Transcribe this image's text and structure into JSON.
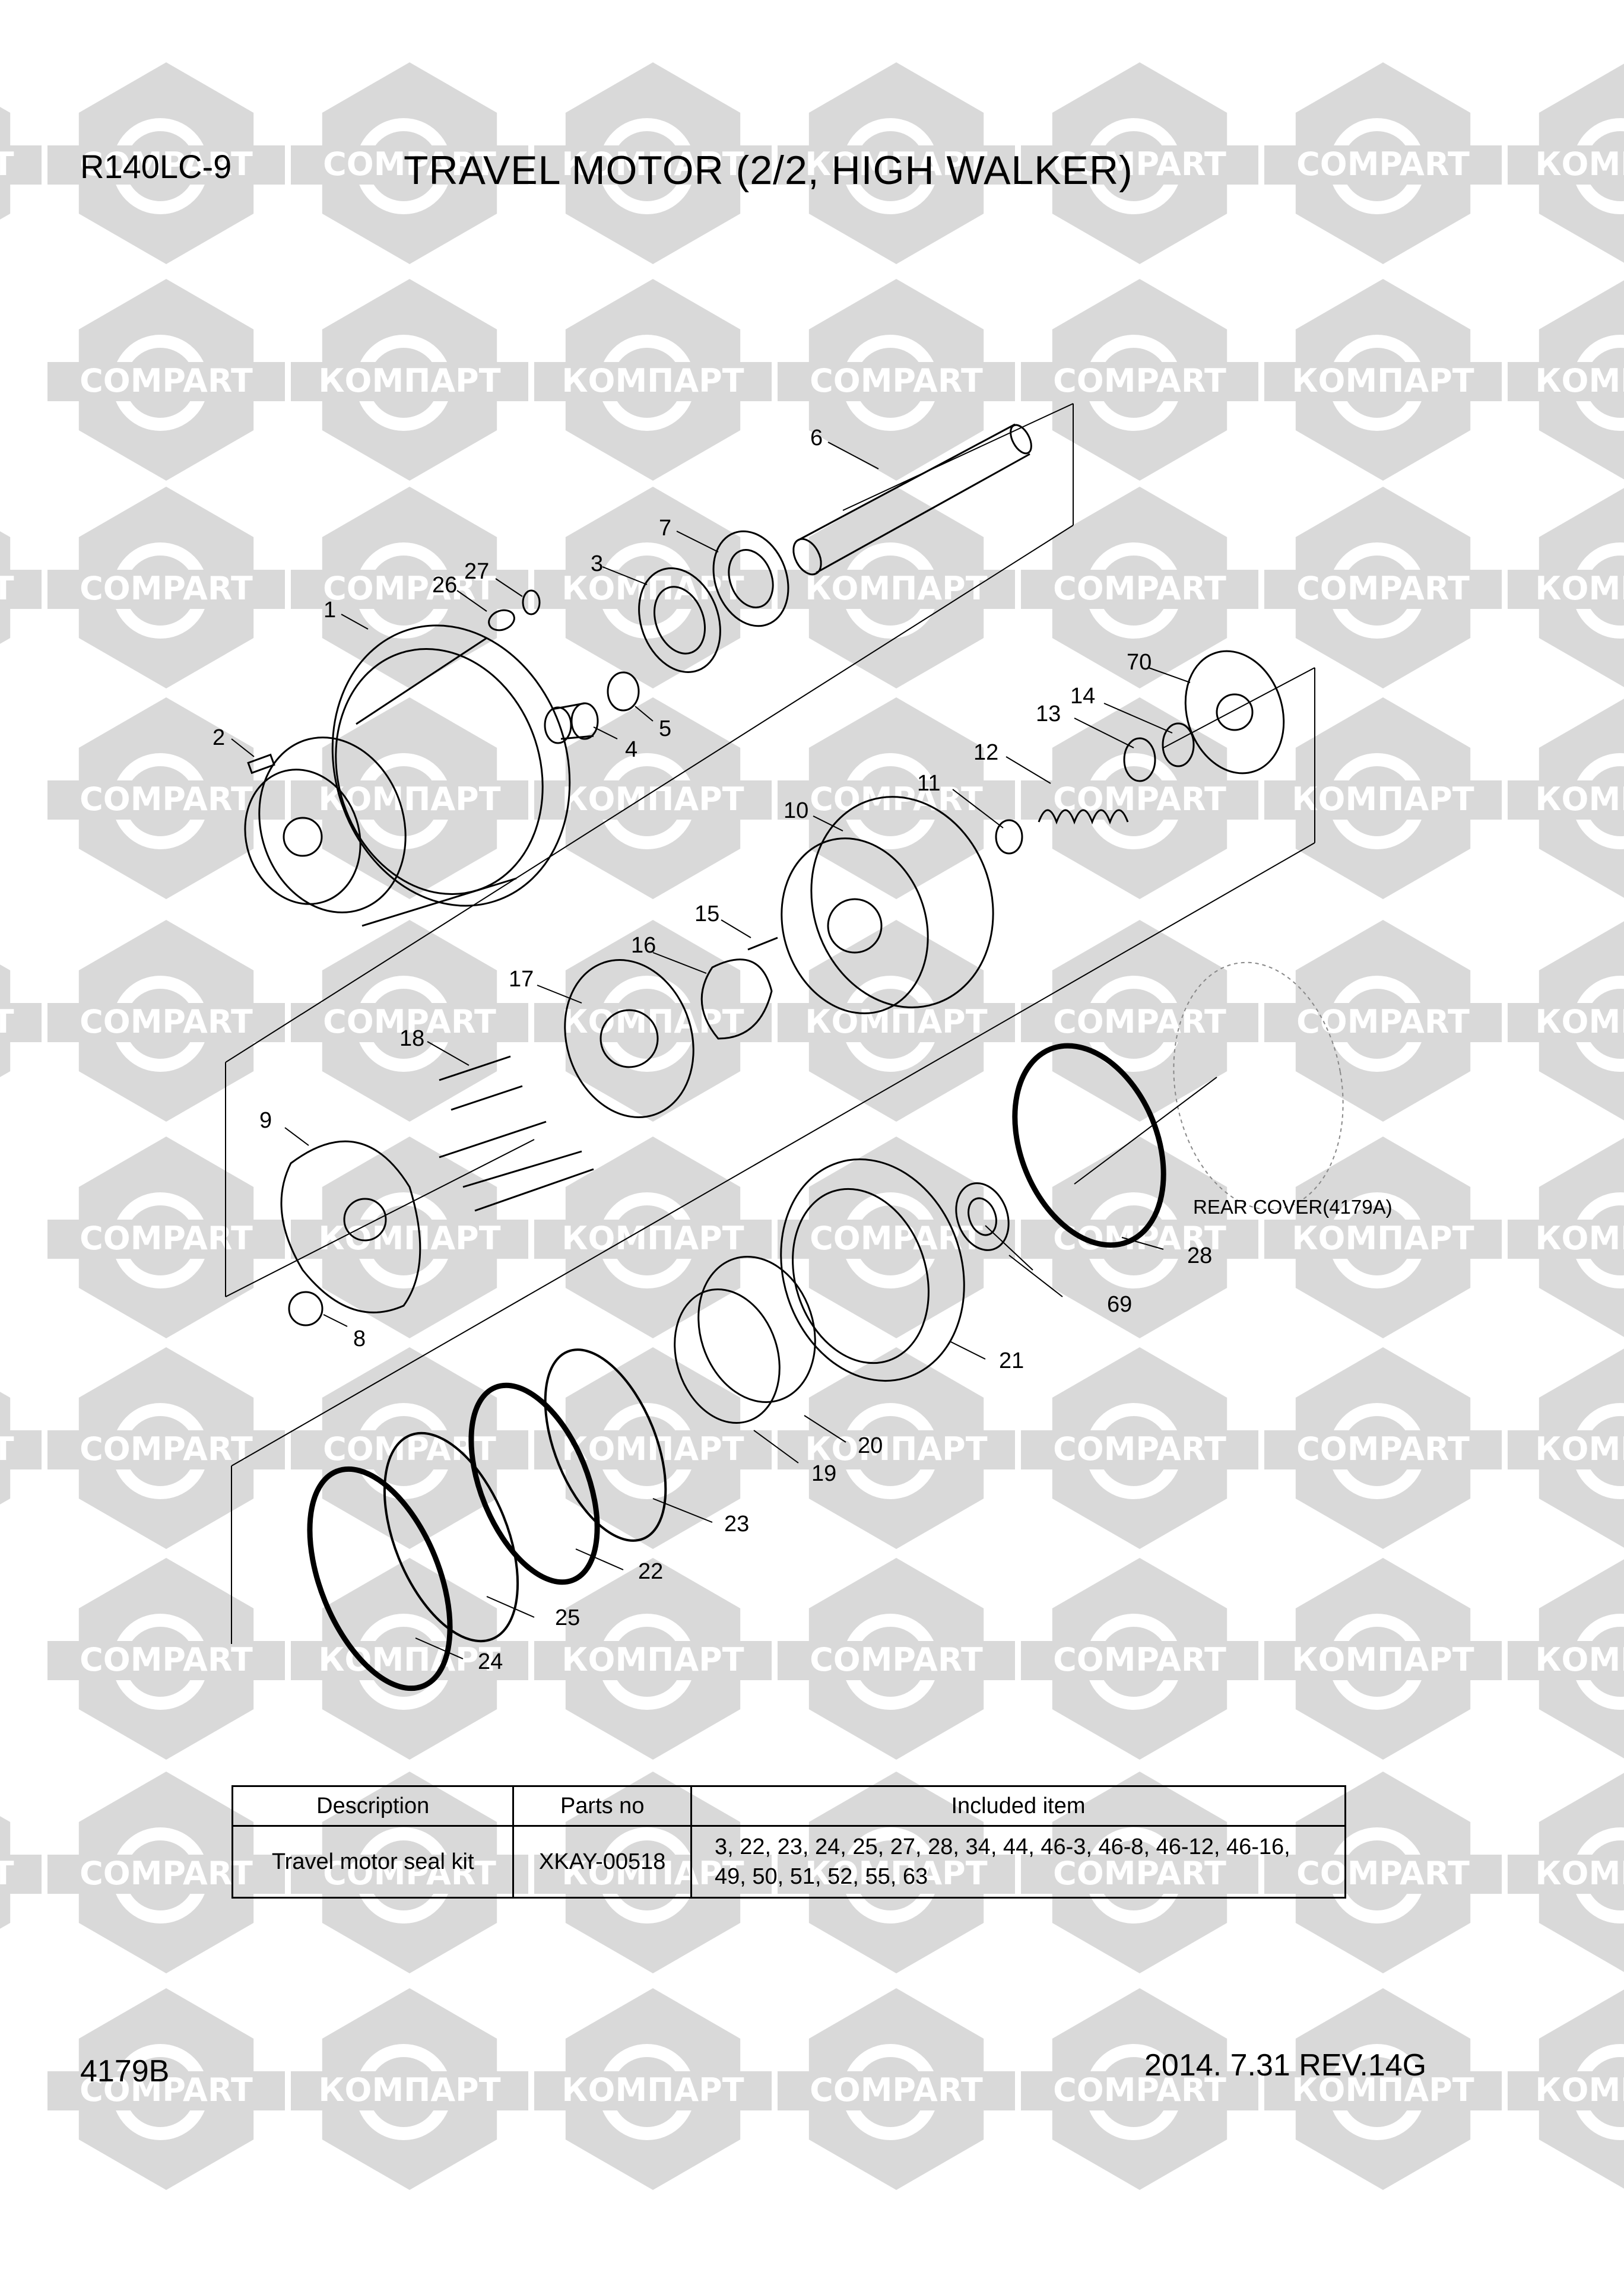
{
  "header": {
    "model": "R140LC-9",
    "title": "TRAVEL MOTOR (2/2, HIGH WALKER)"
  },
  "watermark": {
    "text_latin": "COMPART",
    "text_cyrillic": "КОМПАРТ",
    "color": "#d9d9d9"
  },
  "diagram": {
    "callouts": [
      "1",
      "2",
      "3",
      "4",
      "5",
      "6",
      "7",
      "8",
      "9",
      "10",
      "11",
      "12",
      "13",
      "14",
      "15",
      "16",
      "17",
      "18",
      "19",
      "20",
      "21",
      "22",
      "23",
      "24",
      "25",
      "26",
      "27",
      "28",
      "69",
      "70"
    ],
    "rear_cover_note": "REAR COVER(4179A)"
  },
  "table": {
    "headers": [
      "Description",
      "Parts no",
      "Included item"
    ],
    "rows": [
      {
        "description": "Travel motor seal kit",
        "parts_no": "XKAY-00518",
        "included_line1": "3, 22, 23, 24, 25, 27, 28, 34, 44, 46-3, 46-8, 46-12, 46-16,",
        "included_line2": "49, 50, 51, 52, 55, 63"
      }
    ]
  },
  "footer": {
    "doc_no": "4179B",
    "date_rev": "2014. 7.31  REV.14G"
  }
}
